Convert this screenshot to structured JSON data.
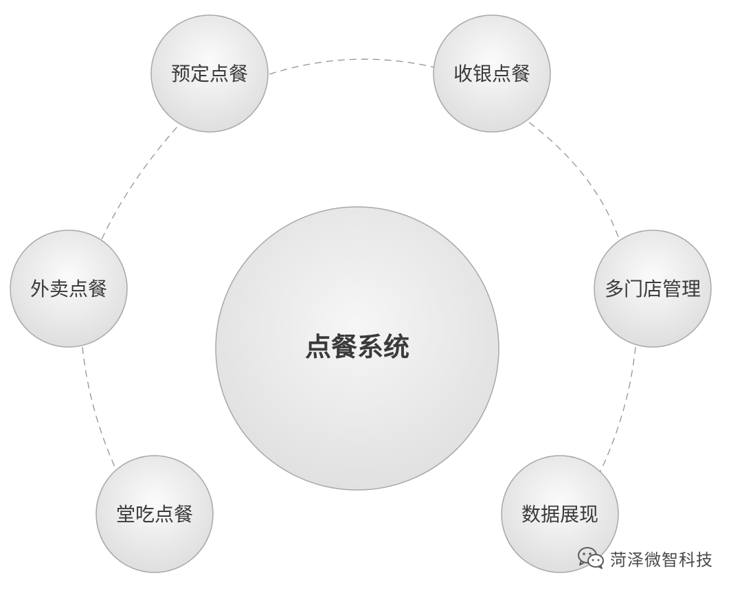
{
  "diagram": {
    "center": {
      "label": "点餐系统"
    },
    "nodes": [
      {
        "id": "reserve",
        "label": "预定点餐"
      },
      {
        "id": "cashier",
        "label": "收银点餐"
      },
      {
        "id": "multistore",
        "label": "多门店管理"
      },
      {
        "id": "data",
        "label": "数据展现"
      },
      {
        "id": "dinein",
        "label": "堂吃点餐"
      },
      {
        "id": "takeout",
        "label": "外卖点餐"
      }
    ]
  },
  "watermark": {
    "text": "菏泽微智科技",
    "icon": "wechat-icon"
  },
  "colors": {
    "node_fill_light": "#fafafa",
    "node_fill_dark": "#dedede",
    "node_stroke": "#a8a8a8",
    "connector": "#9a9a9a",
    "text": "#3a3a3a"
  }
}
